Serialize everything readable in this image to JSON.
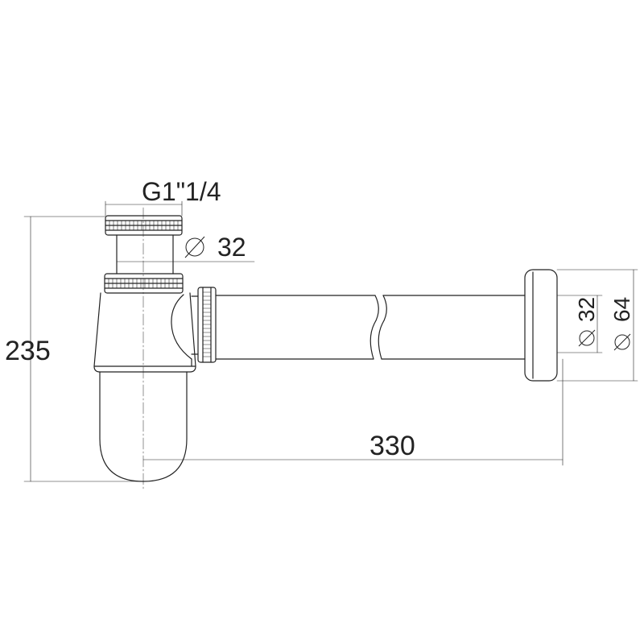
{
  "drawing": {
    "line_color": "#222222",
    "background": "#ffffff",
    "dimensions": {
      "thread": "G1\"1/4",
      "inlet_diameter": "32",
      "outlet_inner_diameter": "32",
      "outlet_flange_diameter": "64",
      "height": "235",
      "length": "330"
    },
    "symbols": {
      "diameter": "diameter-icon"
    }
  }
}
